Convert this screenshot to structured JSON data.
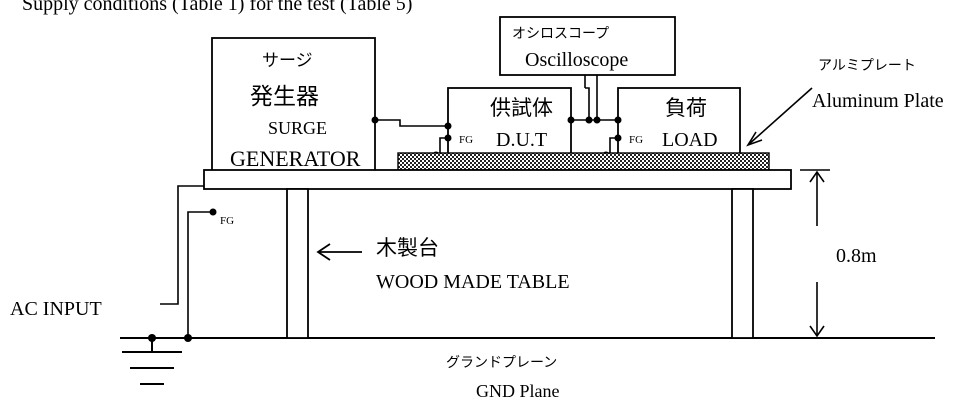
{
  "header": {
    "caption": "Supply conditions (Table 1) for the test (Table 5)"
  },
  "surge_generator": {
    "label_jp_kana": "サージ",
    "label_jp": "発生器",
    "label_en_line1": "SURGE",
    "label_en_line2": "GENERATOR"
  },
  "dut": {
    "label_jp": "供試体",
    "label_en": "D.U.T"
  },
  "load": {
    "label_jp": "負荷",
    "label_en": "LOAD"
  },
  "oscilloscope": {
    "label_jp": "オシロスコープ",
    "label_en": "Oscilloscope"
  },
  "aluminum_plate": {
    "label_jp": "アルミプレート",
    "label_en": "Aluminum Plate"
  },
  "wood_table": {
    "label_jp": "木製台",
    "label_en": "WOOD MADE TABLE"
  },
  "ground_plane": {
    "label_jp": "グランドプレーン",
    "label_en": "GND Plane"
  },
  "height_dimension": {
    "label": "0.8m"
  },
  "ac_input": {
    "label": "AC INPUT"
  },
  "fg_label": "FG",
  "colors": {
    "line": "#000000",
    "plate_fill": "#555555",
    "background": "#ffffff"
  }
}
